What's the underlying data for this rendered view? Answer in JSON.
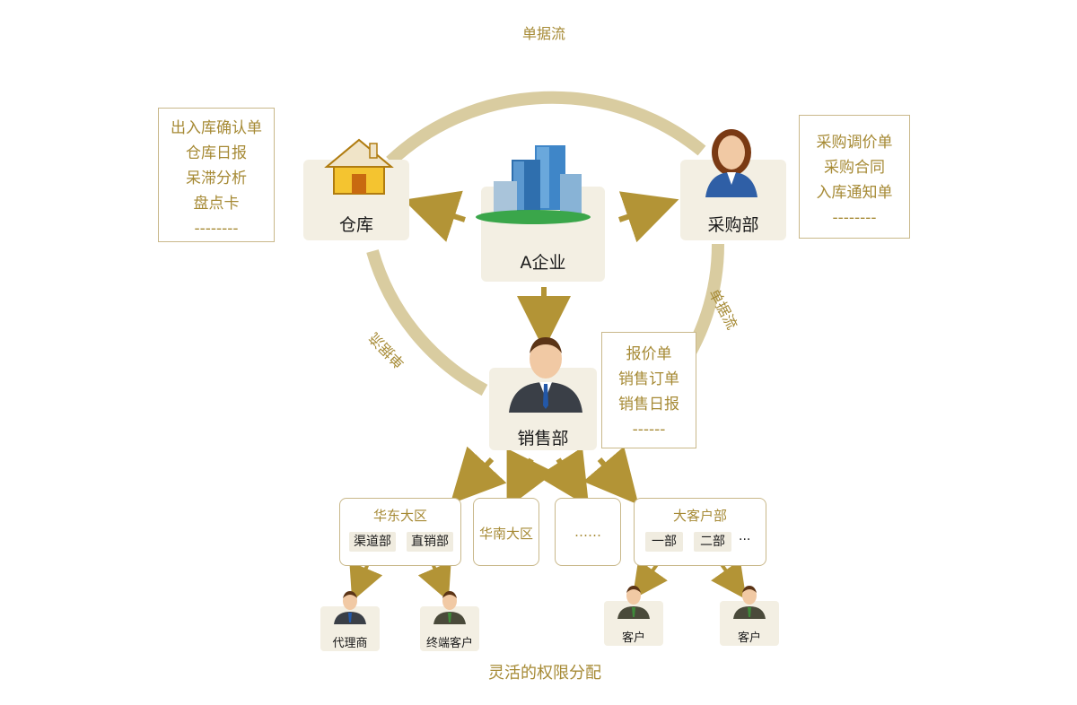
{
  "flow_label": "单据流",
  "nodes": {
    "warehouse": "仓库",
    "enterprise": "A企业",
    "purchasing": "采购部",
    "sales": "销售部"
  },
  "docs": {
    "warehouse": [
      "出入库确认单",
      "仓库日报",
      "呆滞分析",
      "盘点卡",
      "--------"
    ],
    "purchasing": [
      "采购调价单",
      "采购合同",
      "入库通知单",
      "--------"
    ],
    "sales": [
      "报价单",
      "销售订单",
      "销售日报",
      "------"
    ]
  },
  "regions": {
    "east": {
      "title": "华东大区",
      "chips": [
        "渠道部",
        "直销部"
      ]
    },
    "south": {
      "title": "华南大区"
    },
    "more": {
      "title": "……"
    },
    "key_accounts": {
      "title": "大客户部",
      "chips": [
        "一部",
        "二部"
      ],
      "more": "···"
    }
  },
  "leaves": [
    "代理商",
    "终端客户",
    "客户",
    "客户"
  ],
  "caption": "灵活的权限分配",
  "colors": {
    "gold": "#a68a35",
    "ring": "#d9ccA0",
    "node_bg": "#f3efe3"
  }
}
